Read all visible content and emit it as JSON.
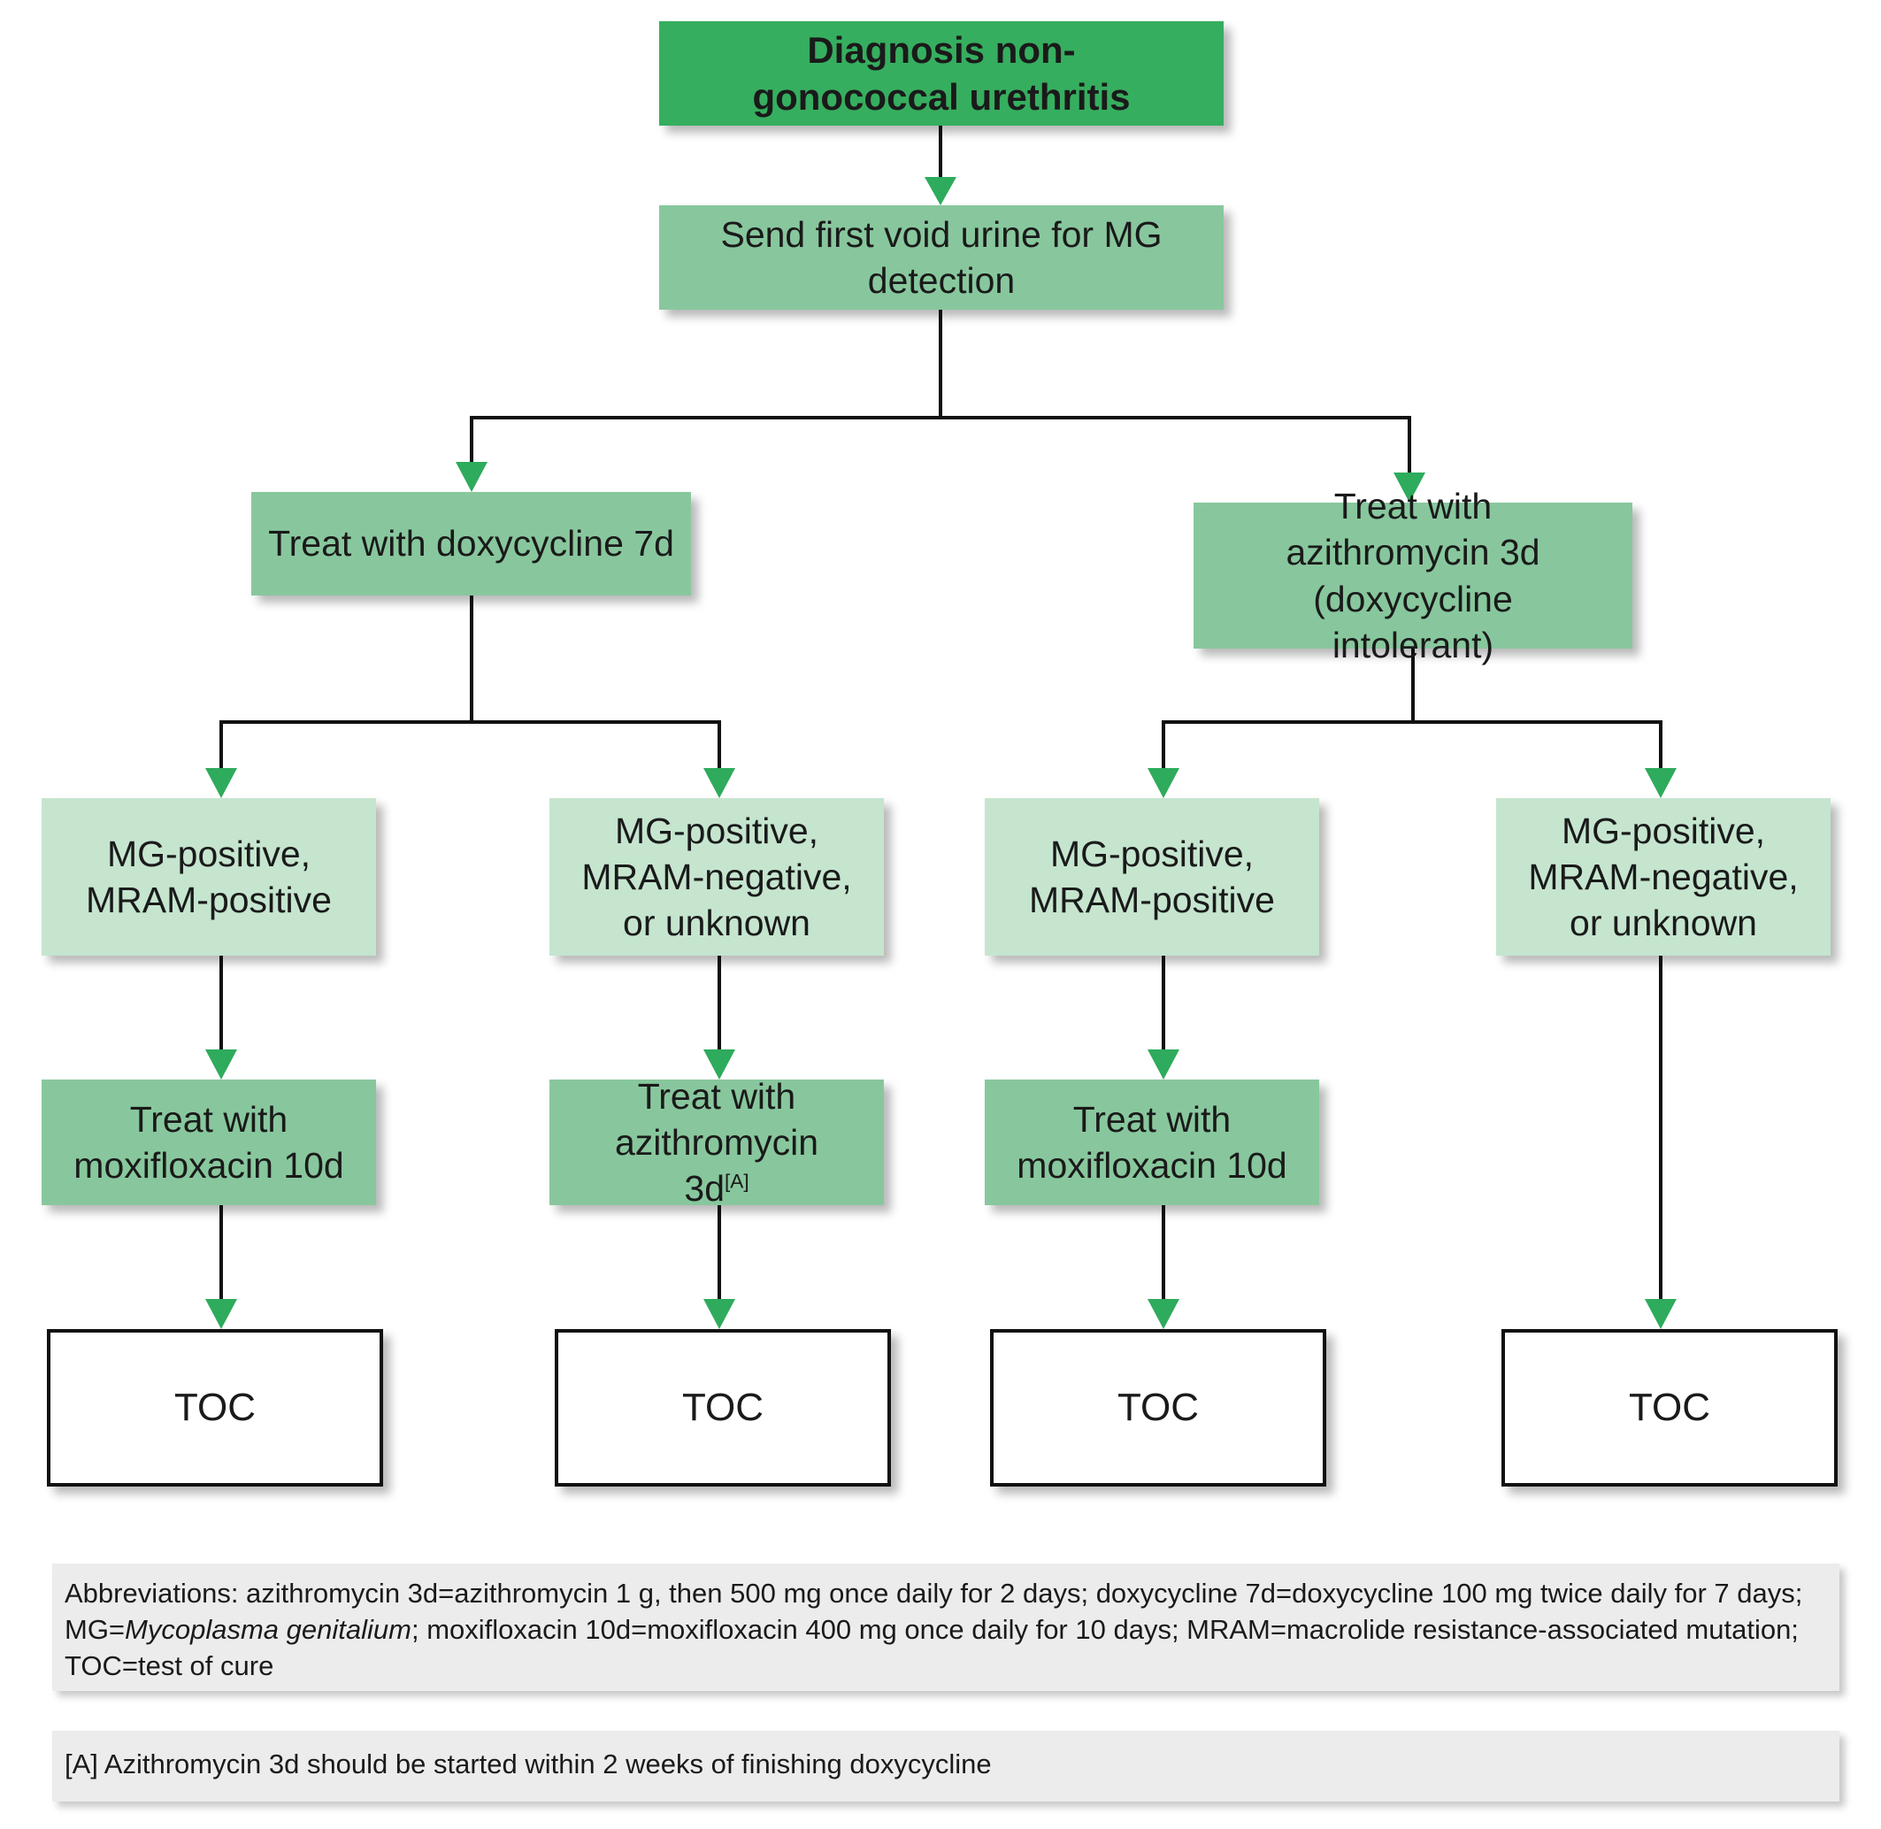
{
  "nodes": {
    "root": "Diagnosis non-gonococcal urethritis",
    "send_urine": "Send first void urine for MG detection",
    "doxy_branch": "Treat with doxycycline 7d",
    "azithro_branch": "Treat with azithromycin 3d (doxycycline intolerant)",
    "doxy_mram_pos": "MG-positive, MRAM-positive",
    "doxy_mram_neg": "MG-positive, MRAM-negative, or unknown",
    "azi_mram_pos": "MG-positive, MRAM-positive",
    "azi_mram_neg": "MG-positive, MRAM-negative, or unknown",
    "moxi_1": "Treat with moxifloxacin 10d",
    "azithro_treat": "Treat with azithromycin 3d",
    "azithro_treat_footnote_ref": "[A]",
    "moxi_2": "Treat with moxifloxacin 10d",
    "toc_1": "TOC",
    "toc_2": "TOC",
    "toc_3": "TOC",
    "toc_4": "TOC"
  },
  "abbreviations": {
    "part1": "Abbreviations: azithromycin 3d=azithromycin 1 g, then 500 mg once daily for 2 days; doxycycline 7d=doxycycline 100 mg twice daily for 7 days; MG=",
    "mg_italic": "Mycoplasma genitalium",
    "part2": "; moxifloxacin 10d=moxifloxacin 400 mg once daily for 10 days; MRAM=macrolide resistance-associated mutation; TOC=test of cure"
  },
  "footnote": "[A] Azithromycin 3d should be started within 2 weeks of finishing doxycycline",
  "colors": {
    "dark_green": "#36ae5f",
    "mid_green": "#88c79d",
    "light_green": "#c5e5cf",
    "arrow_green": "#2eab5c",
    "note_gray": "#ececec"
  }
}
